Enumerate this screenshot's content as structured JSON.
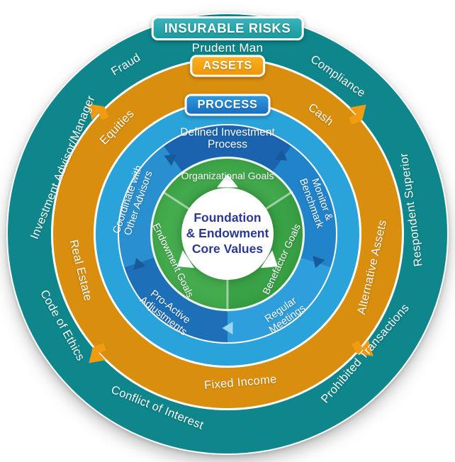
{
  "badges": {
    "insurable_risks": "INSURABLE RISKS",
    "assets": "ASSETS",
    "process": "PROCESS"
  },
  "insurable_risks_ring": {
    "prudent_man": "Prudent Man",
    "fraud": "Fraud",
    "compliance": "Compliance",
    "investment_advisor": "Investment Advisor/Manager",
    "respondent_superior": "Respondent Superior",
    "code_of_ethics": "Code of Ethics",
    "conflict_of_interest": "Conflict of Interest",
    "prohibited_transactions": "Prohibited Transactions"
  },
  "assets_ring": {
    "equities": "Equities",
    "cash": "Cash",
    "real_estate": "Real Estate",
    "alternative_assets": "Alternative Assets",
    "fixed_income": "Fixed Income"
  },
  "process_ring": {
    "defined": "Defined Investment\nProcess",
    "monitor": "Monitor &\nBenchmark",
    "regular": "Regular\nMeetings",
    "proactive": "Pro-Active\nAdjustments",
    "coordinate": "Coordinate with\nOther Advisors"
  },
  "goals_ring": {
    "organizational": "Organizational Goals",
    "benefactor": "Benefactor Goals",
    "endowment": "Endowment Goals"
  },
  "center": {
    "text": "Foundation\n& Endowment\nCore Values"
  },
  "colors": {
    "teal_ring": "#2fadb3",
    "orange_ring": "#f5a81e",
    "process_outer_ring": "#3fb4e7",
    "process_dark_segment": "#1b63ae",
    "goals_green": "#3fa648",
    "center_text": "#2b3990"
  }
}
